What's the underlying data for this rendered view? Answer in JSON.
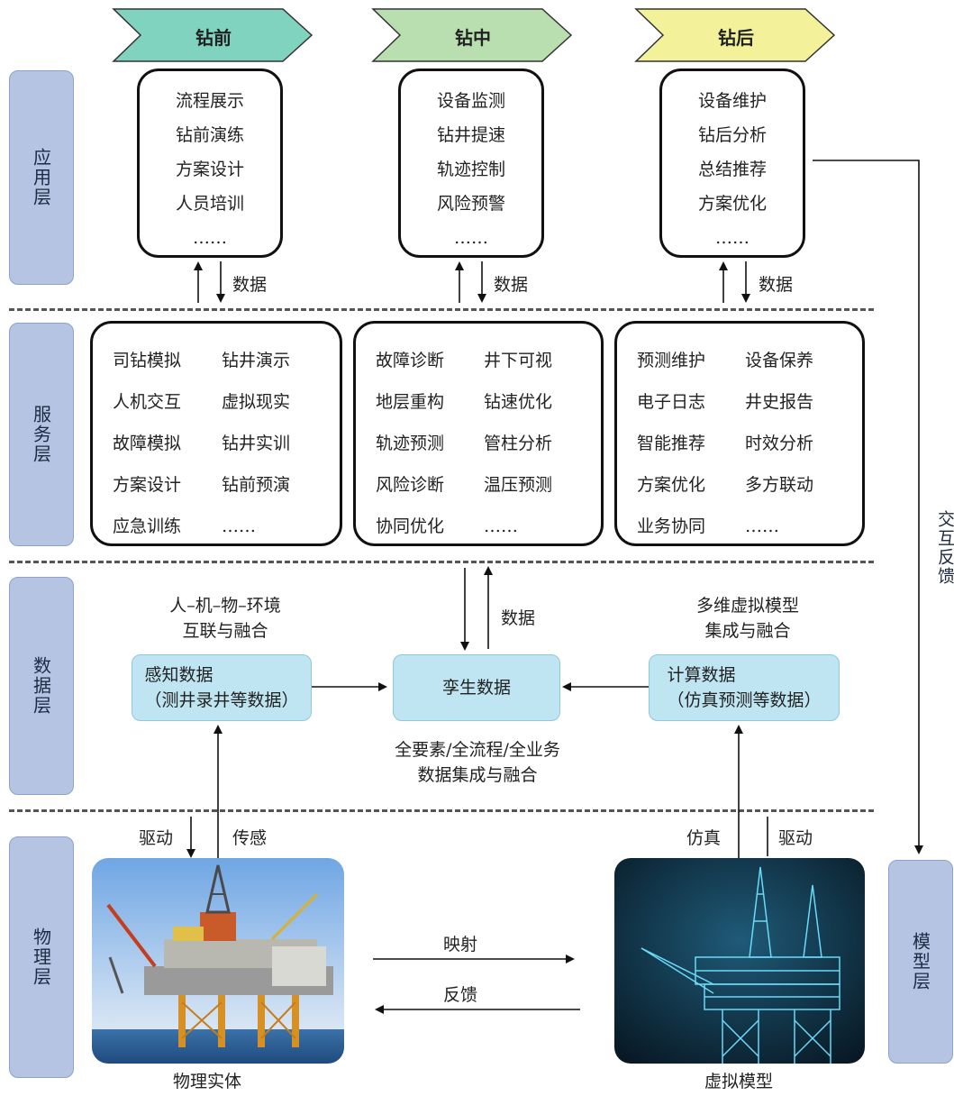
{
  "phases": [
    "钻前",
    "钻中",
    "钻后"
  ],
  "layers": {
    "application": "应用层",
    "service": "服务层",
    "data": "数据层",
    "physical": "物理层",
    "model": "模型层"
  },
  "application": {
    "pre": [
      "流程展示",
      "钻前演练",
      "方案设计",
      "人员培训",
      "……"
    ],
    "mid": [
      "设备监测",
      "钻井提速",
      "轨迹控制",
      "风险预警",
      "……"
    ],
    "post": [
      "设备维护",
      "钻后分析",
      "总结推荐",
      "方案优化",
      "……"
    ]
  },
  "service": {
    "pre": [
      "司钻模拟",
      "钻井演示",
      "人机交互",
      "虚拟现实",
      "故障模拟",
      "钻井实训",
      "方案设计",
      "钻前预演",
      "应急训练",
      "……"
    ],
    "mid": [
      "故障诊断",
      "井下可视",
      "地层重构",
      "钻速优化",
      "轨迹预测",
      "管柱分析",
      "风险诊断",
      "温压预测",
      "协同优化",
      "……"
    ],
    "post": [
      "预测维护",
      "设备保养",
      "电子日志",
      "井史报告",
      "智能推荐",
      "时效分析",
      "方案优化",
      "多方联动",
      "业务协同",
      "……"
    ]
  },
  "labels": {
    "data_flow": "数据",
    "feedback_loop": "交互反馈",
    "hmme": "人–机–物–环境\n互联与融合",
    "multi_model": "多维虚拟模型\n集成与融合",
    "full_elements": "全要素/全流程/全业务\n数据集成与融合",
    "drive": "驱动",
    "sense": "传感",
    "simulate": "仿真",
    "map": "映射",
    "feedback": "反馈",
    "physical_entity": "物理实体",
    "virtual_model": "虚拟模型"
  },
  "data_boxes": {
    "perception": "感知数据\n（测井录井等数据）",
    "twin": "孪生数据",
    "computation": "计算数据\n（仿真预测等数据）"
  },
  "colors": {
    "phase_pre": "#7fd3bf",
    "phase_mid": "#b9dfb0",
    "phase_post": "#f3f29a",
    "layer_tab": "#b4c4e2",
    "data_box": "#bfe5f3"
  }
}
